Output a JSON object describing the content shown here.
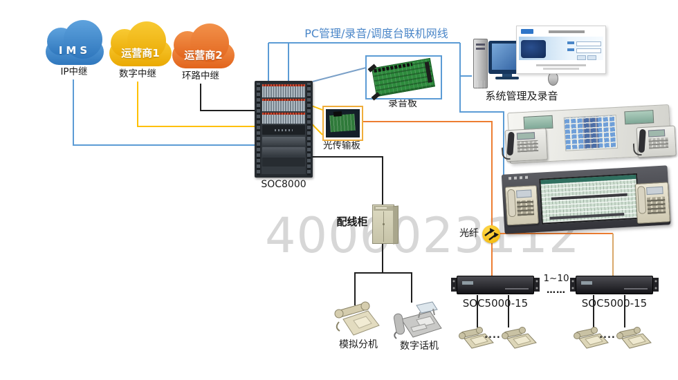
{
  "title": "PC管理/录音/调度台联机网线",
  "watermark": "4006023112",
  "clouds": [
    {
      "label": "IMS",
      "trunk": "IP中继"
    },
    {
      "label": "运营商1",
      "trunk": "数字中继"
    },
    {
      "label": "运营商2",
      "trunk": "环路中继"
    }
  ],
  "core": {
    "label": "SOC8000"
  },
  "boards": {
    "recording": "录音板",
    "optical": "光传输板"
  },
  "management": {
    "label": "系统管理及录音"
  },
  "cabinet": {
    "label": "配线柜"
  },
  "fiber": {
    "label": "光纤"
  },
  "gateways": {
    "model1": "SOC5000-15",
    "model2": "SOC5000-15",
    "range": "1~10",
    "more": "……"
  },
  "extensions": {
    "analog": "模拟分机",
    "digital": "数字话机",
    "dots1": "....",
    "dots2": "...."
  },
  "colors": {
    "line_blue": "#5b9bd5",
    "line_yellow": "#ffc000",
    "line_orange": "#ed7d31",
    "line_tan": "#d9a86a",
    "line_black": "#1f1f1f",
    "title_blue": "#4a86c8"
  }
}
